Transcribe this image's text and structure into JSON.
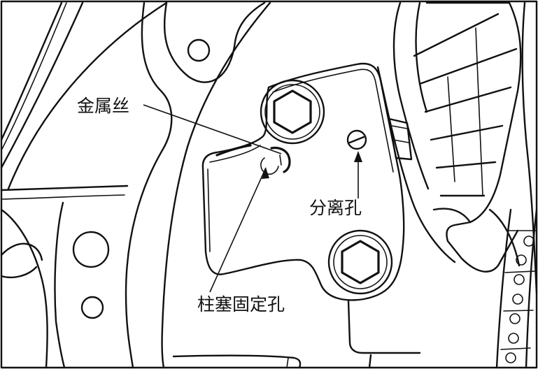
{
  "callouts": {
    "metal_wire": "金属丝",
    "separation_hole": "分离孔",
    "plunger_fixing_hole": "柱塞固定孔"
  },
  "colors": {
    "line": "#111111",
    "background": "#ffffff"
  }
}
